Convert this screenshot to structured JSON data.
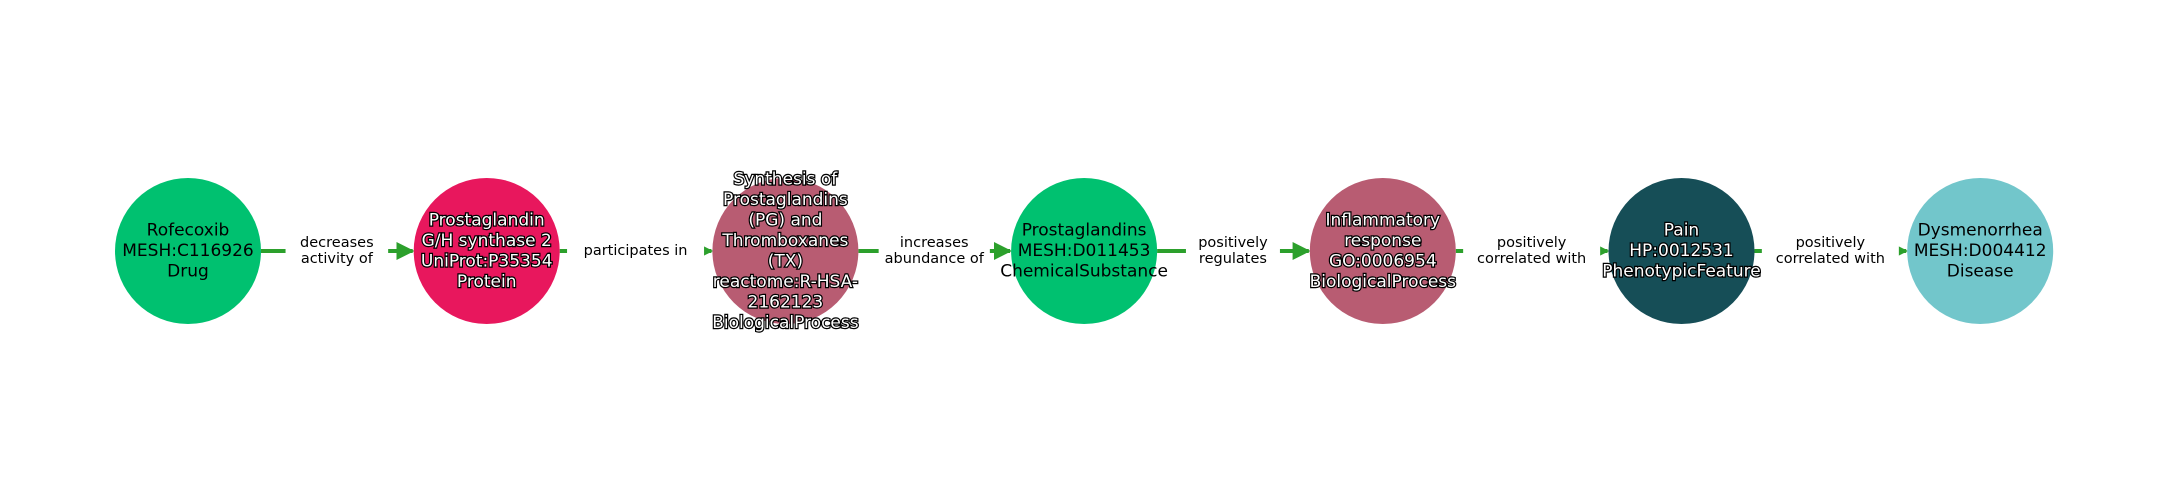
{
  "colors": {
    "edge": "#2ca02c",
    "background": "#ffffff"
  },
  "nodes": [
    {
      "lines": [
        "Rofecoxib",
        "MESH:C116926",
        "Drug"
      ],
      "color": "#00c170",
      "text_style": "dark"
    },
    {
      "lines": [
        "Prostaglandin",
        "G/H synthase 2",
        "UniProt:P35354",
        "Protein"
      ],
      "color": "#e8175d",
      "text_style": "light"
    },
    {
      "lines": [
        "Synthesis of",
        "Prostaglandins",
        "(PG) and",
        "Thromboxanes",
        "(TX)",
        "reactome:R-HSA-",
        "2162123",
        "BiologicalProcess"
      ],
      "color": "#b85c72",
      "text_style": "light"
    },
    {
      "lines": [
        "Prostaglandins",
        "MESH:D011453",
        "ChemicalSubstance"
      ],
      "color": "#00c170",
      "text_style": "dark"
    },
    {
      "lines": [
        "Inflammatory",
        "response",
        "GO:0006954",
        "BiologicalProcess"
      ],
      "color": "#b85c72",
      "text_style": "light"
    },
    {
      "lines": [
        "Pain",
        "HP:0012531",
        "PhenotypicFeature"
      ],
      "color": "#164e57",
      "text_style": "light"
    },
    {
      "lines": [
        "Dysmenorrhea",
        "MESH:D004412",
        "Disease"
      ],
      "color": "#72c6cb",
      "text_style": "dark"
    }
  ],
  "edges": [
    {
      "lines": [
        "decreases",
        "activity of"
      ]
    },
    {
      "lines": [
        "participates in"
      ]
    },
    {
      "lines": [
        "increases",
        "abundance of"
      ]
    },
    {
      "lines": [
        "positively",
        "regulates"
      ]
    },
    {
      "lines": [
        "positively",
        "correlated with"
      ]
    },
    {
      "lines": [
        "positively",
        "correlated with"
      ]
    }
  ]
}
